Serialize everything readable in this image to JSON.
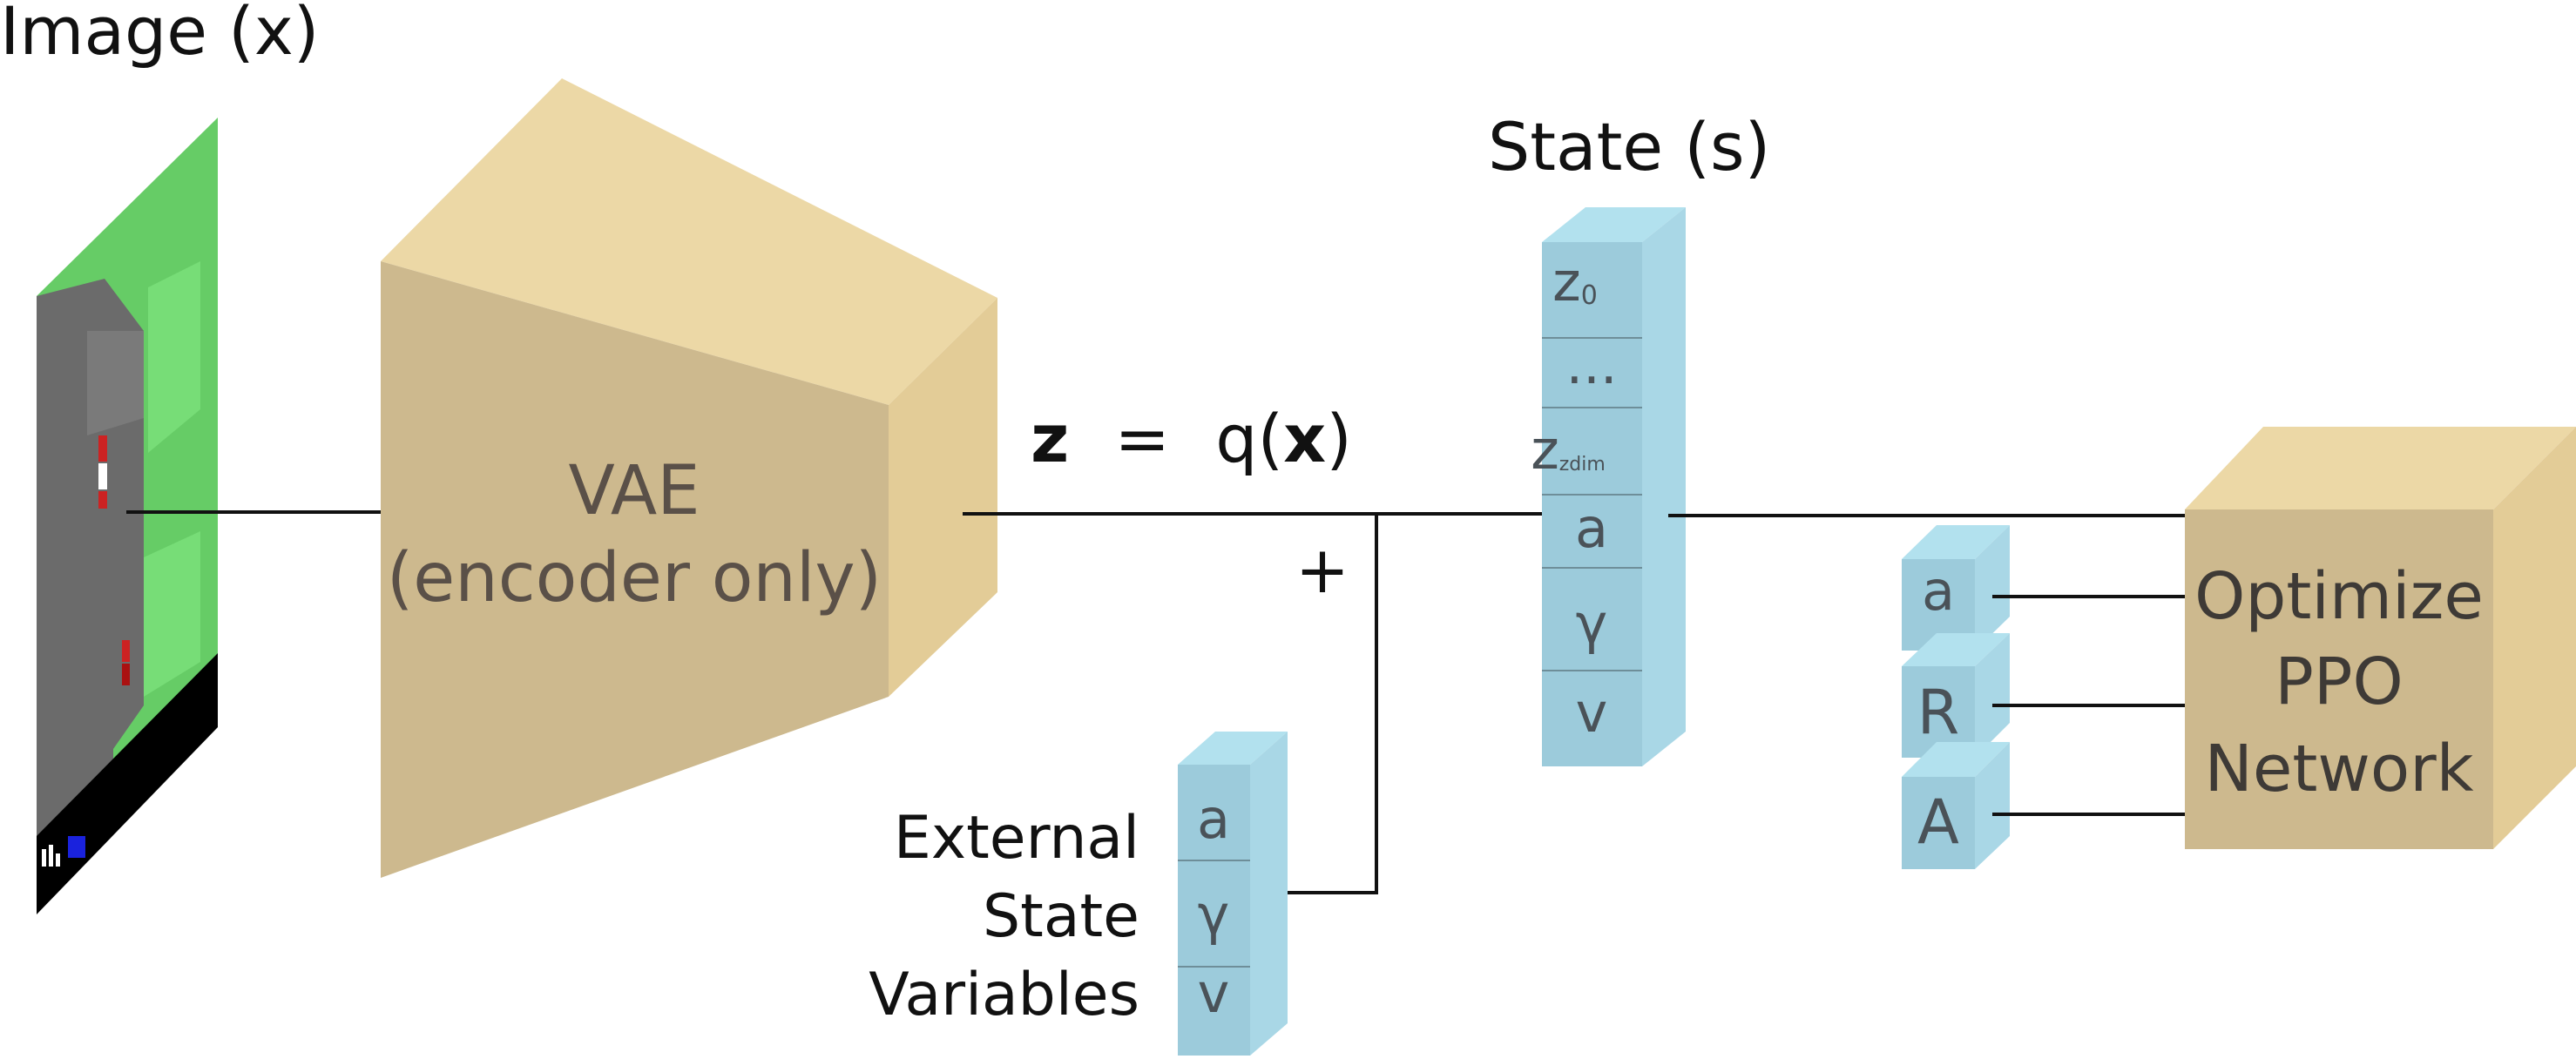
{
  "image_label": "Image (x)",
  "state_label": "State (s)",
  "encoder": {
    "line1": "VAE",
    "line2": "(encoder only)"
  },
  "equation": {
    "z": "z",
    "eq": "=",
    "q": "q(",
    "x": "x",
    ")": ")"
  },
  "plus": "+",
  "state_cells": {
    "z0": {
      "main": "z",
      "sub": "0"
    },
    "ellipsis": "...",
    "zdim": {
      "main": "z",
      "sub": "zdim"
    },
    "a": "a",
    "gamma": "γ",
    "v": "v"
  },
  "external": {
    "line1": "External",
    "line2": "State",
    "line3": "Variables",
    "cells": [
      "a",
      "γ",
      "v"
    ]
  },
  "ppo": {
    "inputs": [
      "a",
      "R",
      "A"
    ],
    "line1": "Optimize",
    "line2": "PPO",
    "line3": "Network"
  },
  "colors": {
    "tan_front": "#cdb98e",
    "tan_top": "#ecd8a6",
    "tan_side": "#e3cc97",
    "blue_front": "#9ccbdb",
    "blue_top": "#b2e1ee",
    "blue_side": "#a9d7e6",
    "grass": "#66cc66",
    "road": "#6b6b6b"
  }
}
